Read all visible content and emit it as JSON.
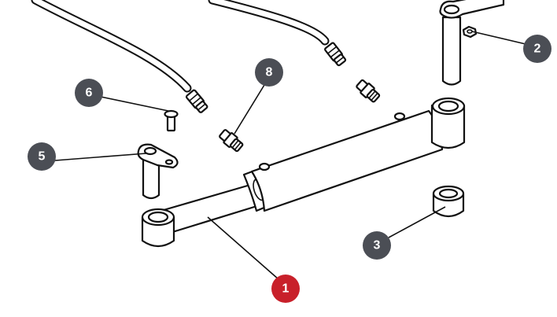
{
  "diagram": {
    "callouts": [
      {
        "id": "1",
        "label": "1",
        "color": "#c8202a"
      },
      {
        "id": "2",
        "label": "2",
        "color": "#4b4e55"
      },
      {
        "id": "3",
        "label": "3",
        "color": "#4b4e55"
      },
      {
        "id": "5",
        "label": "5",
        "color": "#4b4e55"
      },
      {
        "id": "6",
        "label": "6",
        "color": "#4b4e55"
      },
      {
        "id": "8",
        "label": "8",
        "color": "#4b4e55"
      }
    ]
  }
}
